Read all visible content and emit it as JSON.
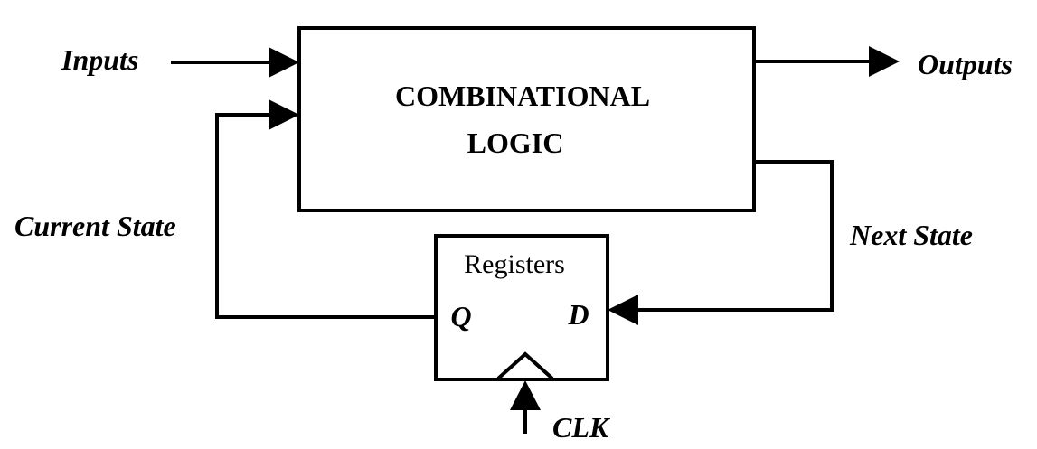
{
  "labels": {
    "inputs": "Inputs",
    "outputs": "Outputs",
    "current_state": "Current State",
    "next_state": "Next State",
    "clk": "CLK"
  },
  "combinational_block": {
    "line1": "COMBINATIONAL",
    "line2": "LOGIC"
  },
  "register_block": {
    "title": "Registers",
    "q_port": "Q",
    "d_port": "D"
  },
  "colors": {
    "stroke": "#000000",
    "background": "#ffffff"
  }
}
